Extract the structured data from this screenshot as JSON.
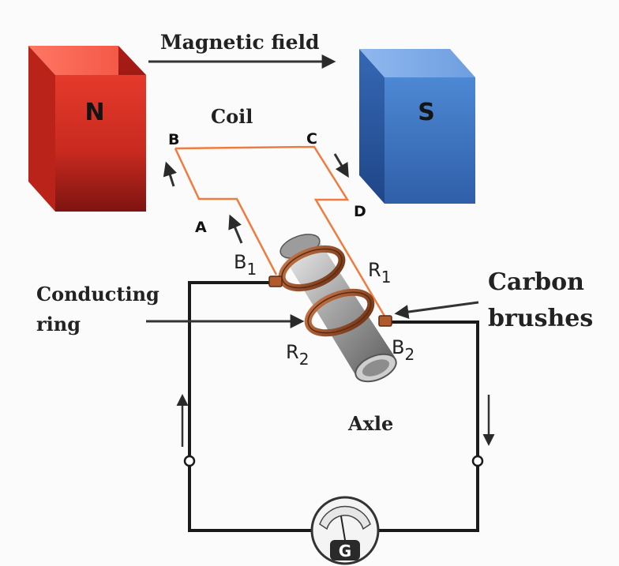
{
  "magnets": {
    "north_letter": "N",
    "south_letter": "S",
    "north_color": "#d7261d",
    "south_color": "#3e74c4"
  },
  "labels": {
    "magnetic_field": "Magnetic field",
    "coil": "Coil",
    "conducting_ring_line1": "Conducting",
    "conducting_ring_line2": "ring",
    "carbon_brushes_line1": "Carbon",
    "carbon_brushes_line2": "brushes",
    "axle": "Axle"
  },
  "coil_points": {
    "a": "A",
    "b": "B",
    "c": "C",
    "d": "D"
  },
  "brushes": {
    "b1": "B",
    "b1_sub": "1",
    "b2": "B",
    "b2_sub": "2"
  },
  "rings": {
    "r1": "R",
    "r1_sub": "1",
    "r2": "R",
    "r2_sub": "2"
  },
  "meter": {
    "symbol": "G"
  },
  "colors": {
    "coil_wire": "#f07b3f",
    "ring_copper": "#9a4a21",
    "circuit_wire": "#1a1a1a"
  }
}
